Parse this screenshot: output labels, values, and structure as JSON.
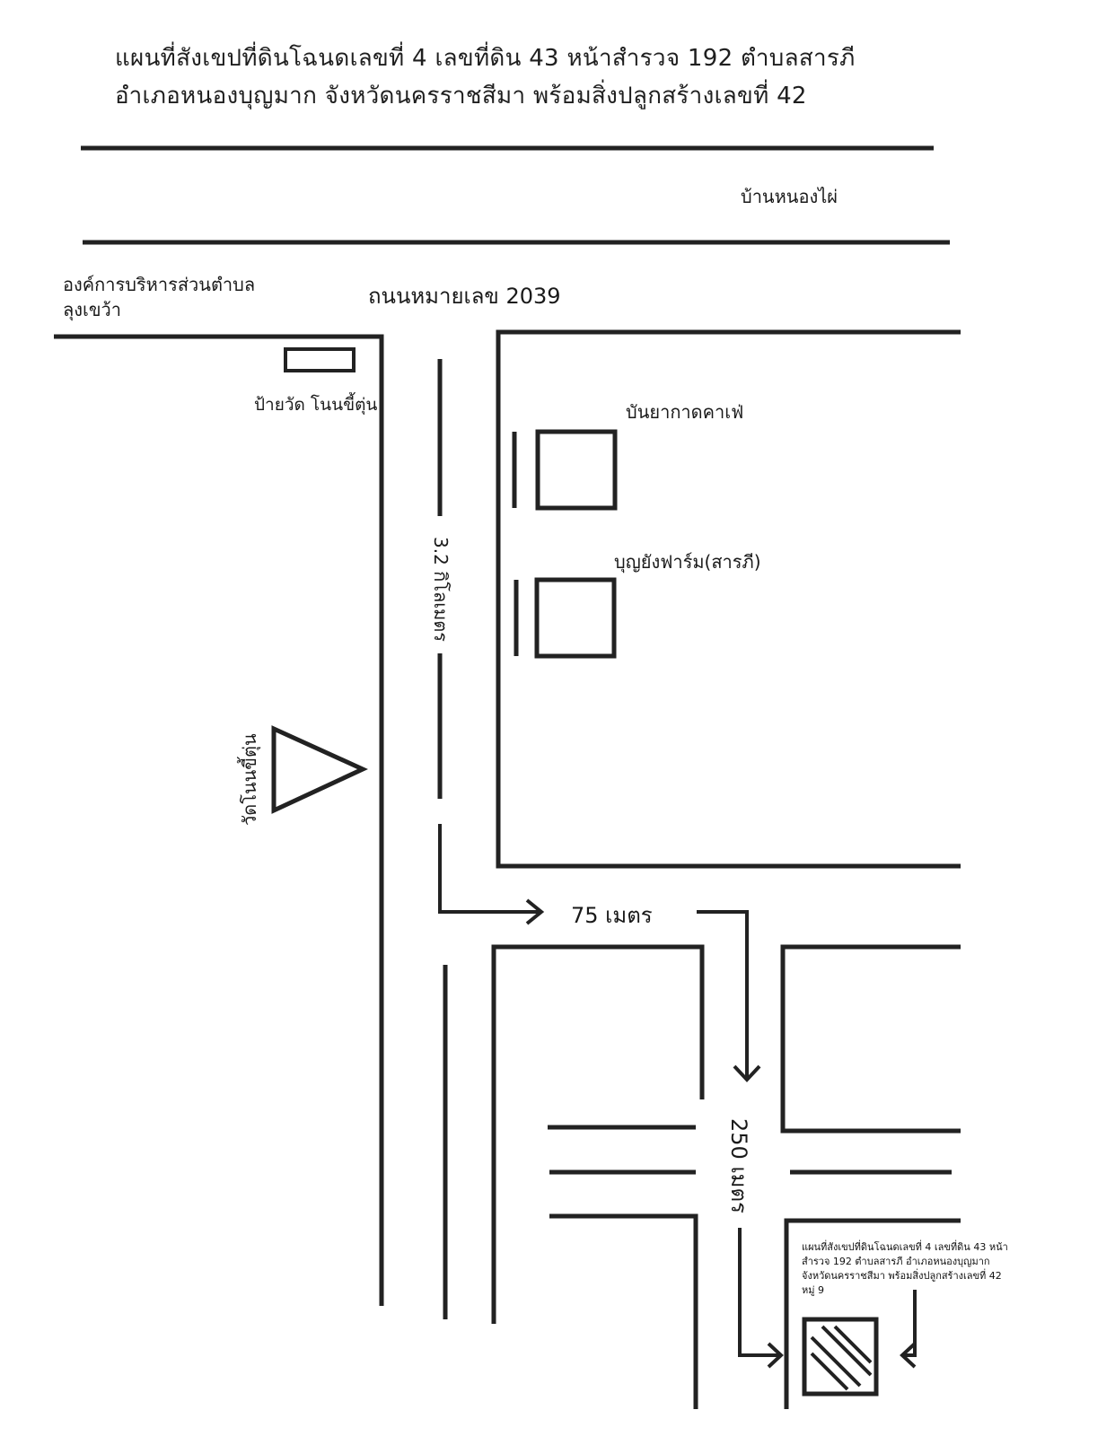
{
  "title": {
    "line1": "แผนที่สังเขปที่ดินโฉนดเลขที่ 4 เลขที่ดิน 43 หน้าสำรวจ 192 ตำบลสารภี",
    "line2": "อำเภอหนองบุญมาก จังหวัดนครราชสีมา พร้อมสิ่งปลูกสร้างเลขที่ 42"
  },
  "places": {
    "village": "บ้านหนองไผ่",
    "sao_line1": "องค์การบริหารส่วนตำบล",
    "sao_line2": "ลุงเขว้า",
    "temple_sign": "ป้ายวัด โนนขี้ตุ่น",
    "cafe": "บันยากาดคาเฟ่",
    "farm": "บุญยังฟาร์ม(สารภี)",
    "temple": "วัดโนนขี้ตุ่น"
  },
  "roads": {
    "highway": "ถนนหมายเลข 2039"
  },
  "distances": {
    "first": "3.2 กิโลเมตร",
    "second": "75 เมตร",
    "third": "250 เมตร"
  },
  "target_note": "แผนที่สังเขปที่ดินโฉนดเลขที่ 4 เลขที่ดิน 43 หน้าสำรวจ 192 ตำบลสารภี อำเภอหนองบุญมาก จังหวัดนครราชสีมา พร้อมสิ่งปลูกสร้างเลขที่ 42 หมู่ 9",
  "icons": [
    "sign-icon",
    "building-icon",
    "temple-triangle-icon",
    "target-plot-icon",
    "arrow-icon"
  ],
  "colors": {
    "ink": "#222222",
    "paper": "#ffffff"
  }
}
